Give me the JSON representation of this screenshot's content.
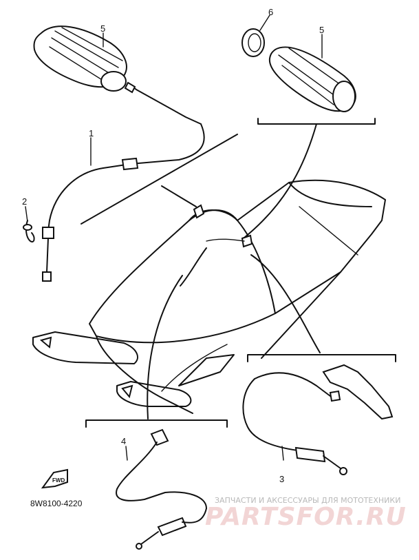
{
  "diagram": {
    "callouts": [
      {
        "id": "callout-1",
        "text": "1"
      },
      {
        "id": "callout-2",
        "text": "2"
      },
      {
        "id": "callout-3",
        "text": "3"
      },
      {
        "id": "callout-4",
        "text": "4"
      },
      {
        "id": "callout-5-left",
        "text": "5"
      },
      {
        "id": "callout-5-right",
        "text": "5"
      },
      {
        "id": "callout-6",
        "text": "6"
      }
    ],
    "drawing_code": "8W8100-4220",
    "front_marker": "FWD"
  },
  "watermark": {
    "caption": "ЗАПЧАСТИ И АКСЕССУАРЫ ДЛЯ МОТОТЕХНИКИ",
    "brand": "PARTSFOR.RU",
    "color": "#e8bcbc"
  }
}
